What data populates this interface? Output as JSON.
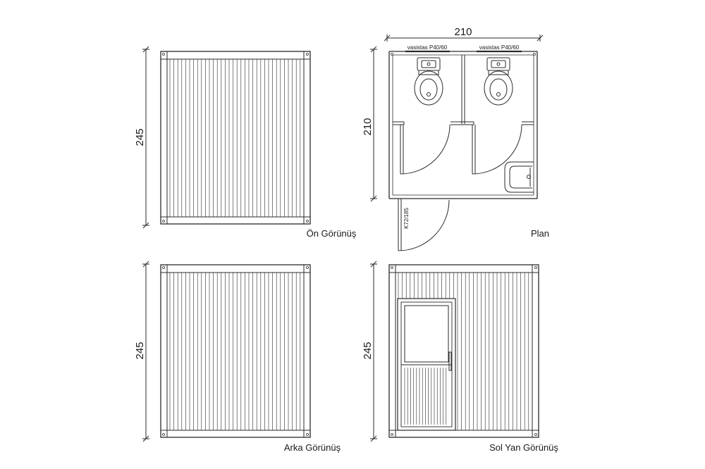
{
  "views": {
    "front": {
      "label": "Ön Görünüş",
      "height_dim": "245"
    },
    "plan": {
      "label": "Plan",
      "width_dim": "210",
      "depth_dim": "210",
      "window_left": "vasistas P40/60",
      "window_right": "vasistas P40/60",
      "door_code": "K72/185"
    },
    "back": {
      "label": "Arka Görünüş",
      "height_dim": "245"
    },
    "left_side": {
      "label": "Sol Yan Görünüş",
      "height_dim": "245"
    }
  },
  "colors": {
    "line": "#2a2a2a",
    "background": "#ffffff"
  }
}
